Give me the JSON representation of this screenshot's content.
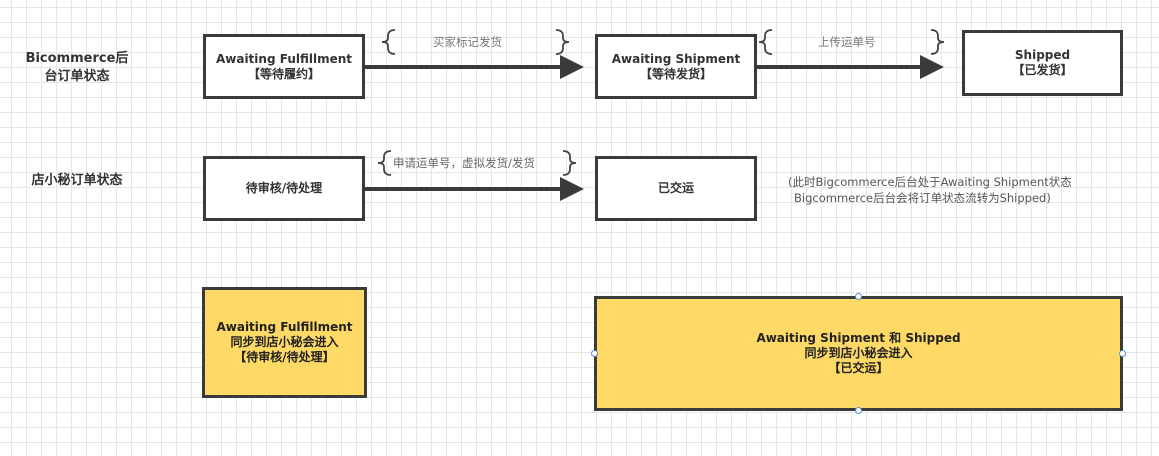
{
  "rows": {
    "bigcommerce_label": [
      "Bicommerce后",
      "台订单状态"
    ],
    "dianxiaomi_label": "店小秘订单状态"
  },
  "bigcommerce_flow": {
    "nodes": [
      {
        "title": "Awaiting Fulfillment",
        "subtitle": "【等待履约】"
      },
      {
        "title": "Awaiting Shipment",
        "subtitle": "【等待发货】"
      },
      {
        "title": "Shipped",
        "subtitle": "【已发货】"
      }
    ],
    "edges": [
      {
        "label": "买家标记发货"
      },
      {
        "label": "上传运单号"
      }
    ]
  },
  "dianxiaomi_flow": {
    "nodes": [
      {
        "title": "待审核/待处理"
      },
      {
        "title": "已交运"
      }
    ],
    "edges": [
      {
        "label": "申请运单号，虚拟发货/发货"
      }
    ],
    "note": [
      "(此时Bigcommerce后台处于Awaiting Shipment状态",
      "Bigcommerce后台会将订单状态流转为Shipped)"
    ]
  },
  "sync_boxes": [
    {
      "lines": [
        "Awaiting Fulfillment",
        "同步到店小秘会进入",
        "【待审核/待处理】"
      ]
    },
    {
      "lines": [
        "Awaiting Shipment 和 Shipped",
        "同步到店小秘会进入",
        "【已交运】"
      ]
    }
  ],
  "colors": {
    "highlight_fill": "#fed966",
    "border": "#3a3a3a",
    "selection_handle": "#5b8dd6"
  }
}
